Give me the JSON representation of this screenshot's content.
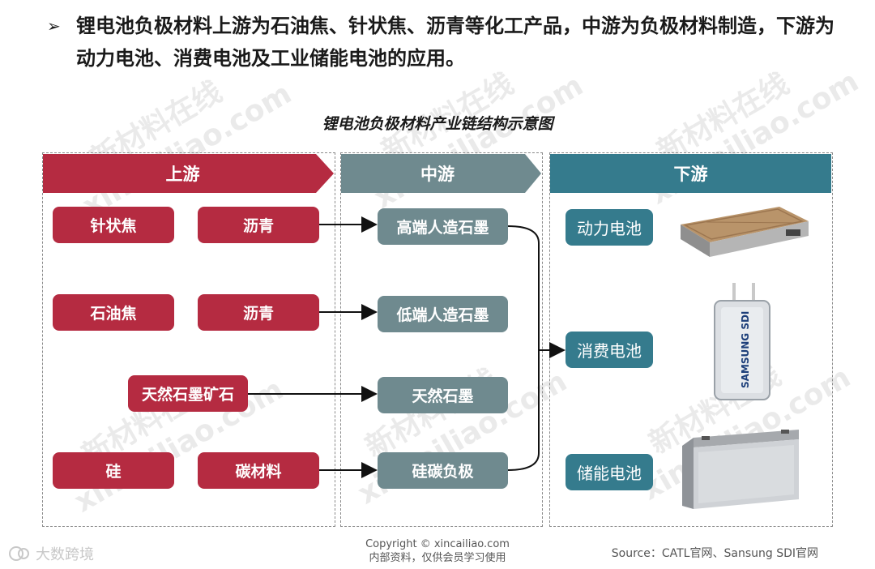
{
  "intro": {
    "bullet": "➢",
    "text": "锂电池负极材料上游为石油焦、针状焦、沥青等化工产品，中游为负极材料制造，下游为动力电池、消费电池及工业储能电池的应用。"
  },
  "diagram": {
    "title": "锂电池负极材料产业链结构示意图",
    "sections": {
      "upstream": "上游",
      "midstream": "中游",
      "downstream": "下游"
    },
    "upstream_nodes": {
      "row1_a": "针状焦",
      "row1_b": "沥青",
      "row2_a": "石油焦",
      "row2_b": "沥青",
      "row3": "天然石墨矿石",
      "row4_a": "硅",
      "row4_b": "碳材料"
    },
    "midstream_nodes": [
      "高端人造石墨",
      "低端人造石墨",
      "天然石墨",
      "硅碳负极"
    ],
    "downstream_nodes": [
      "动力电池",
      "消费电池",
      "储能电池"
    ],
    "battery_label": "SAMSUNG SDI"
  },
  "colors": {
    "upstream_red": "#b52b41",
    "midstream_gray": "#6f8a8f",
    "downstream_teal": "#357b8d"
  },
  "watermark": {
    "cn": "新材料在线",
    "en": "xincailiao.com"
  },
  "footer": {
    "copyright": "Copyright © xincailiao.com",
    "note": "内部资料，仅供会员学习使用",
    "source": "Source：CATL官网、Sansung SDI官网",
    "brand": "大数跨境"
  }
}
